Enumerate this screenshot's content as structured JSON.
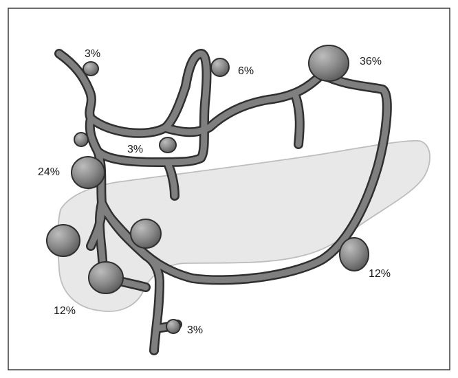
{
  "diagram": {
    "labels": {
      "top_left": "3%",
      "top_center": "6%",
      "top_right": "36%",
      "left_upper": "24%",
      "center_upper": "3%",
      "right_lower": "12%",
      "left_lower": "12%",
      "bottom": "3%"
    },
    "colors": {
      "vessel": "#7f7f7f",
      "vessel_outline": "#2f2f2f",
      "pancreas_fill": "#e7e7e7",
      "pancreas_outline": "#bcbcbc",
      "text": "#1a1a1a"
    }
  }
}
